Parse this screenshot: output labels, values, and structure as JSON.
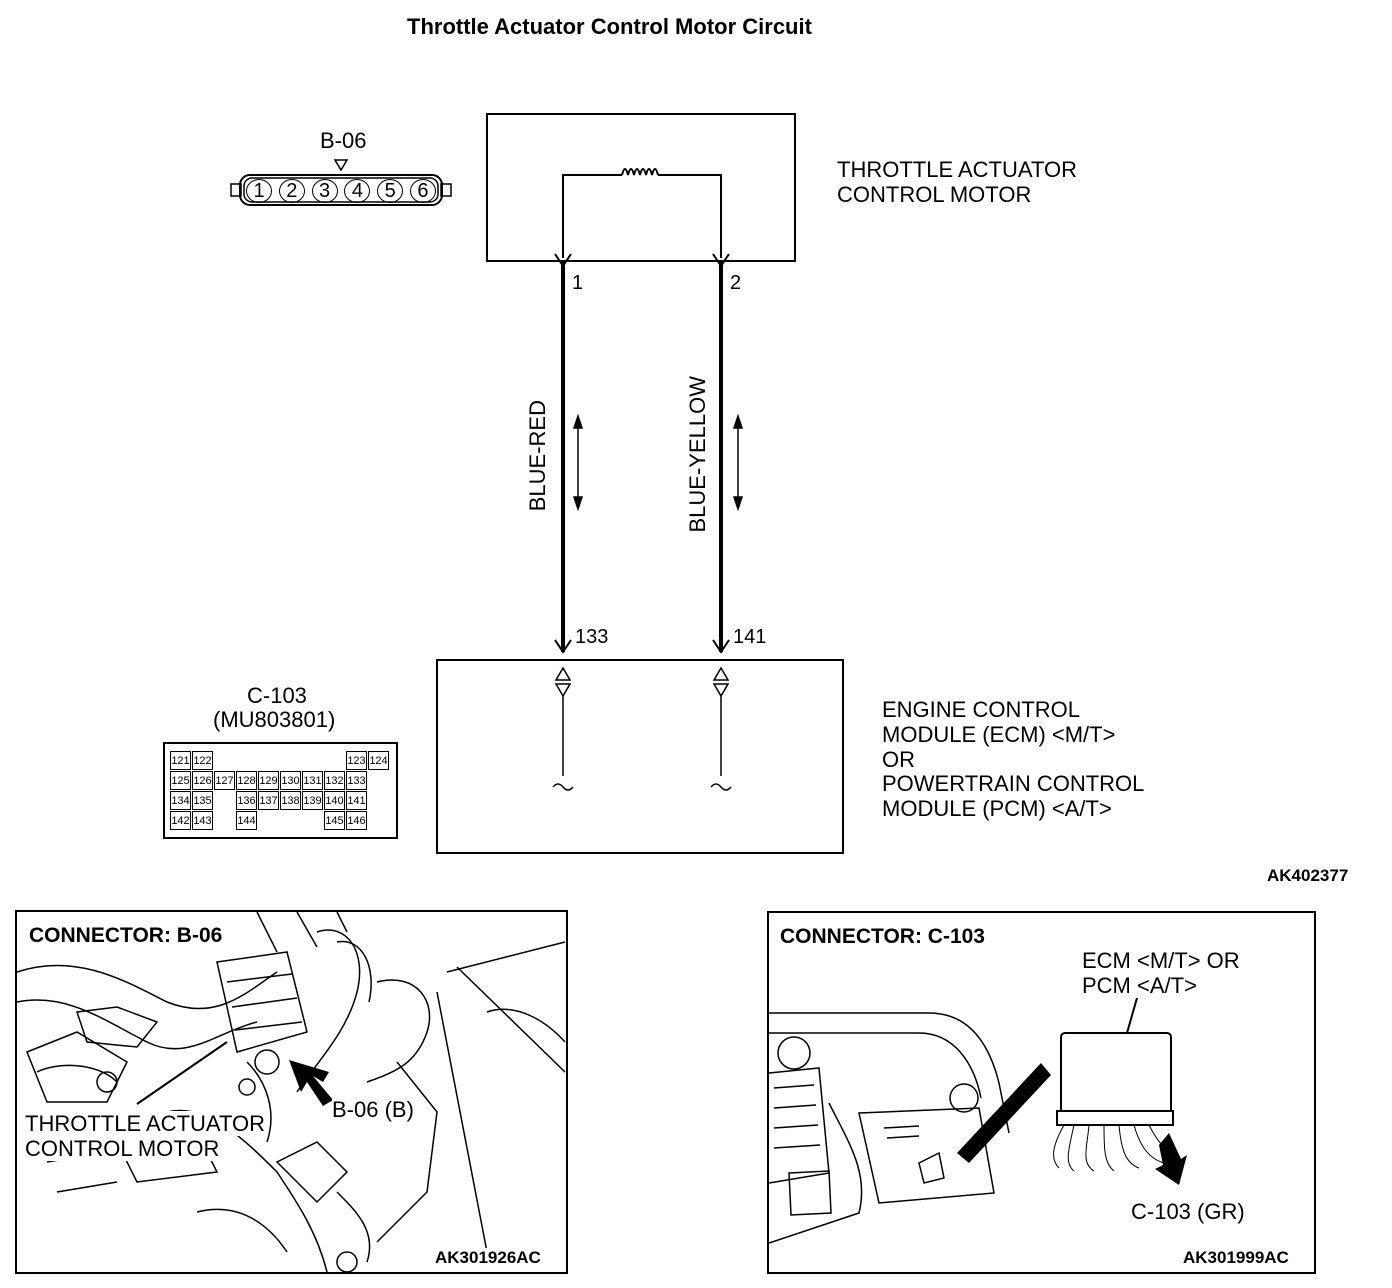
{
  "title": "Throttle Actuator Control Motor Circuit",
  "b06": {
    "name": "B-06",
    "pins": [
      "1",
      "2",
      "3",
      "4",
      "5",
      "6"
    ]
  },
  "motor": {
    "label_line1": "THROTTLE ACTUATOR",
    "label_line2": "CONTROL MOTOR",
    "pin_left": "1",
    "pin_right": "2"
  },
  "wires": {
    "left_color": "BLUE-RED",
    "right_color": "BLUE-YELLOW"
  },
  "ecm": {
    "pin_left": "133",
    "pin_right": "141",
    "label_lines": [
      "ENGINE CONTROL",
      "MODULE (ECM) <M/T>",
      "OR",
      "POWERTRAIN CONTROL",
      "MODULE (PCM) <A/T>"
    ]
  },
  "c103": {
    "name": "C-103",
    "part": "(MU803801)",
    "rows": [
      [
        "121",
        "122",
        "",
        "",
        "",
        "",
        "",
        "",
        "123",
        "124"
      ],
      [
        "125",
        "126",
        "127",
        "128",
        "129",
        "130",
        "131",
        "132",
        "133",
        ""
      ],
      [
        "134",
        "135",
        "",
        "136",
        "137",
        "138",
        "139",
        "140",
        "141",
        ""
      ],
      [
        "142",
        "143",
        "",
        "144",
        "",
        "",
        "",
        "145",
        "146",
        ""
      ]
    ]
  },
  "figure_code": "AK402377",
  "panel_left": {
    "title": "CONNECTOR: B-06",
    "callout": "B-06 (B)",
    "component_line1": "THROTTLE ACTUATOR",
    "component_line2": "CONTROL MOTOR",
    "code": "AK301926AC"
  },
  "panel_right": {
    "title": "CONNECTOR: C-103",
    "module_line1": "ECM <M/T> OR",
    "module_line2": "PCM <A/T>",
    "callout": "C-103 (GR)",
    "code": "AK301999AC"
  }
}
